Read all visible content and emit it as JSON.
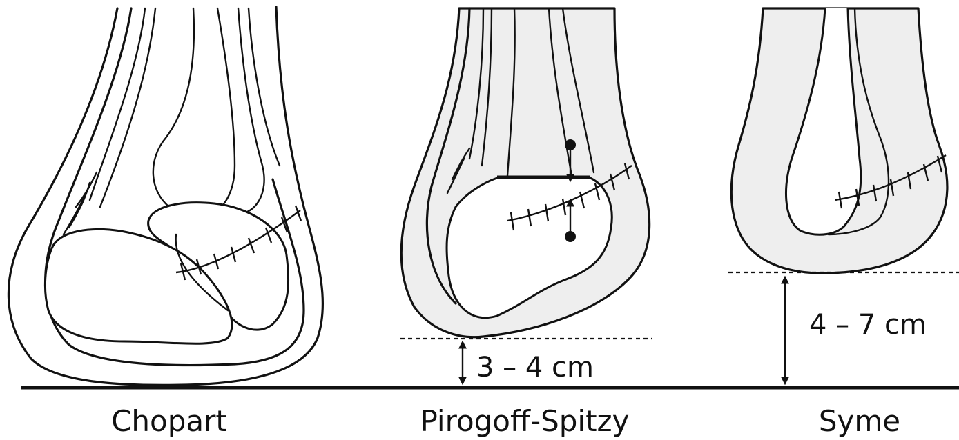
{
  "panels": [
    {
      "name": "Chopart"
    },
    {
      "name": "Pirogoff-Spitzy",
      "distance": "3 – 4 cm"
    },
    {
      "name": "Syme",
      "distance": "4 – 7 cm"
    }
  ],
  "colors": {
    "ink": "#111111",
    "soft_tissue": "#eeeeee",
    "background": "#ffffff"
  }
}
